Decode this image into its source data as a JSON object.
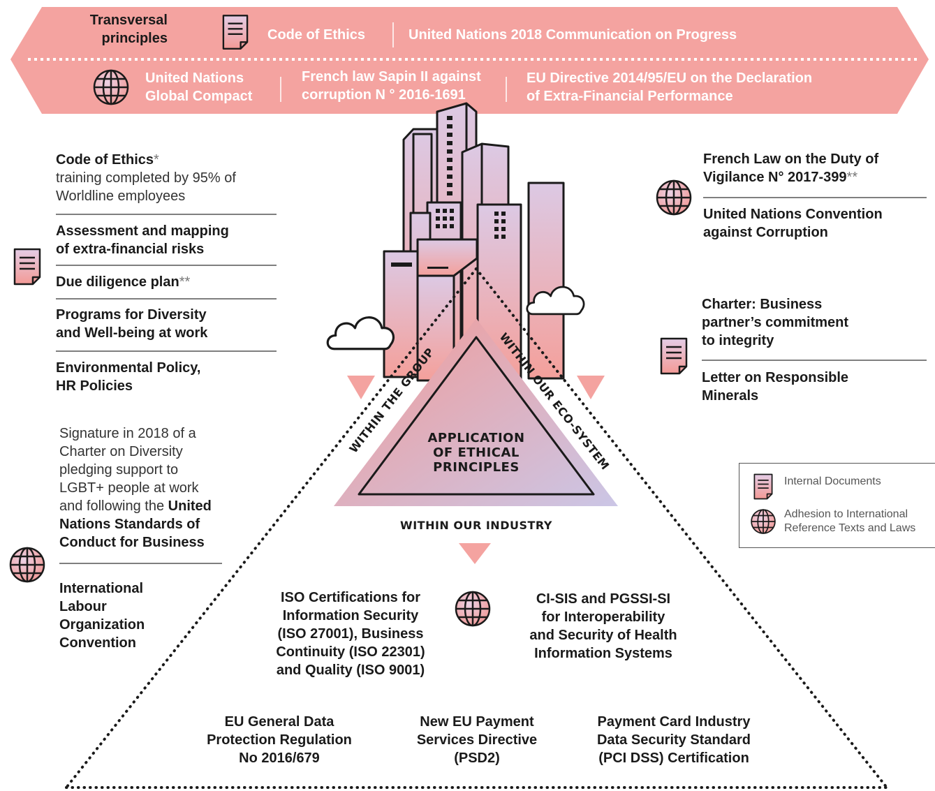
{
  "banner": {
    "transversal_line1": "Transversal",
    "transversal_line2": "principles",
    "code_of_ethics": "Code of Ethics",
    "un_communication": "United Nations 2018 Communication on Progress",
    "un_global_compact_l1": "United Nations",
    "un_global_compact_l2": "Global Compact",
    "sapin_l1": "French law Sapin II against",
    "sapin_l2": "corruption N ° 2016-1691",
    "eu_directive_l1": "EU Directive 2014/95/EU on the Declaration",
    "eu_directive_l2": "of Extra-Financial Performance"
  },
  "left": {
    "code_ethics_title": "Code of Ethics",
    "code_ethics_star": "*",
    "code_ethics_l1": "training completed by 95% of",
    "code_ethics_l2": "Worldline employees",
    "assessment_l1": "Assessment and mapping",
    "assessment_l2": "of extra-financial risks",
    "due_diligence": "Due diligence plan",
    "due_diligence_star": "**",
    "diversity_l1": "Programs for Diversity",
    "diversity_l2": "and Well-being at work",
    "env_l1": "Environmental Policy,",
    "env_l2": "HR Policies",
    "sig_l1": "Signature in 2018 of a",
    "sig_l2": "Charter on Diversity",
    "sig_l3": "pledging support to",
    "sig_l4": "LGBT+ people at work",
    "sig_l5a": "and following the ",
    "sig_l5b": "United",
    "sig_l6": "Nations Standards of",
    "sig_l7": "Conduct for Business",
    "ilo_l1": "International",
    "ilo_l2": "Labour",
    "ilo_l3": "Organization",
    "ilo_l4": "Convention"
  },
  "right": {
    "vigilance_l1": "French Law on the Duty of",
    "vigilance_l2": "Vigilance N° 2017-399",
    "vigilance_star": "**",
    "uncac_l1": "United Nations Convention",
    "uncac_l2": "against Corruption",
    "charter_l1": "Charter: Business",
    "charter_l2": "partner’s commitment",
    "charter_l3": "to integrity",
    "letter_l1": "Letter on Responsible",
    "letter_l2": "Minerals"
  },
  "center": {
    "app_l1": "APPLICATION",
    "app_l2": "OF ETHICAL",
    "app_l3": "PRINCIPLES",
    "within_group": "WITHIN THE GROUP",
    "within_eco": "WITHIN OUR ECO-SYSTEM",
    "within_industry": "WITHIN OUR INDUSTRY"
  },
  "bottom": {
    "iso_l1": "ISO Certifications for",
    "iso_l2": "Information Security",
    "iso_l3": "(ISO 27001), Business",
    "iso_l4": "Continuity (ISO 22301)",
    "iso_l5": "and Quality (ISO 9001)",
    "cisis_l1": "CI-SIS and PGSSI-SI",
    "cisis_l2": "for Interoperability",
    "cisis_l3": "and Security of Health",
    "cisis_l4": "Information Systems",
    "gdpr_l1": "EU General Data",
    "gdpr_l2": "Protection Regulation",
    "gdpr_l3": "No 2016/679",
    "psd2_l1": "New EU Payment",
    "psd2_l2": "Services Directive",
    "psd2_l3": "(PSD2)",
    "pci_l1": "Payment Card Industry",
    "pci_l2": "Data Security Standard",
    "pci_l3": "(PCI DSS) Certification"
  },
  "legend": {
    "internal": "Internal Documents",
    "adhesion_l1": "Adhesion to International",
    "adhesion_l2": "Reference Texts and Laws"
  },
  "icons": {
    "document": "document-icon",
    "globe": "globe-icon",
    "building": "city-buildings-icon",
    "cloud": "cloud-icon"
  },
  "colors": {
    "banner_pink": "#f4a3a0",
    "doc_fill_top": "#e8c9e0",
    "doc_fill_bottom": "#f19a96",
    "tri_top": "#ef9d9a",
    "tri_bottom": "#cfc3e3"
  }
}
